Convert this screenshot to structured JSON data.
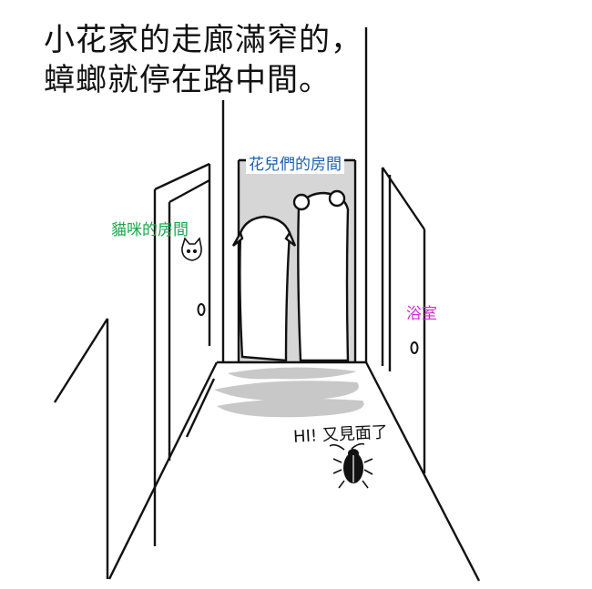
{
  "caption": {
    "line1": "小花家的走廊滿窄的，",
    "line2": "蟑螂就停在路中間。"
  },
  "labels": {
    "kids_room": "花兒們的房間",
    "cat_room": "貓咪的房間",
    "bathroom": "浴室",
    "cockroach_greeting": "HI! 又見面了"
  },
  "colors": {
    "kids_room": "#1f5fb0",
    "cat_room": "#1aa64b",
    "bathroom": "#d12ad6",
    "ink": "#111111",
    "shadow": "#c8c8c8",
    "far_wall": "#d6d6d6"
  }
}
